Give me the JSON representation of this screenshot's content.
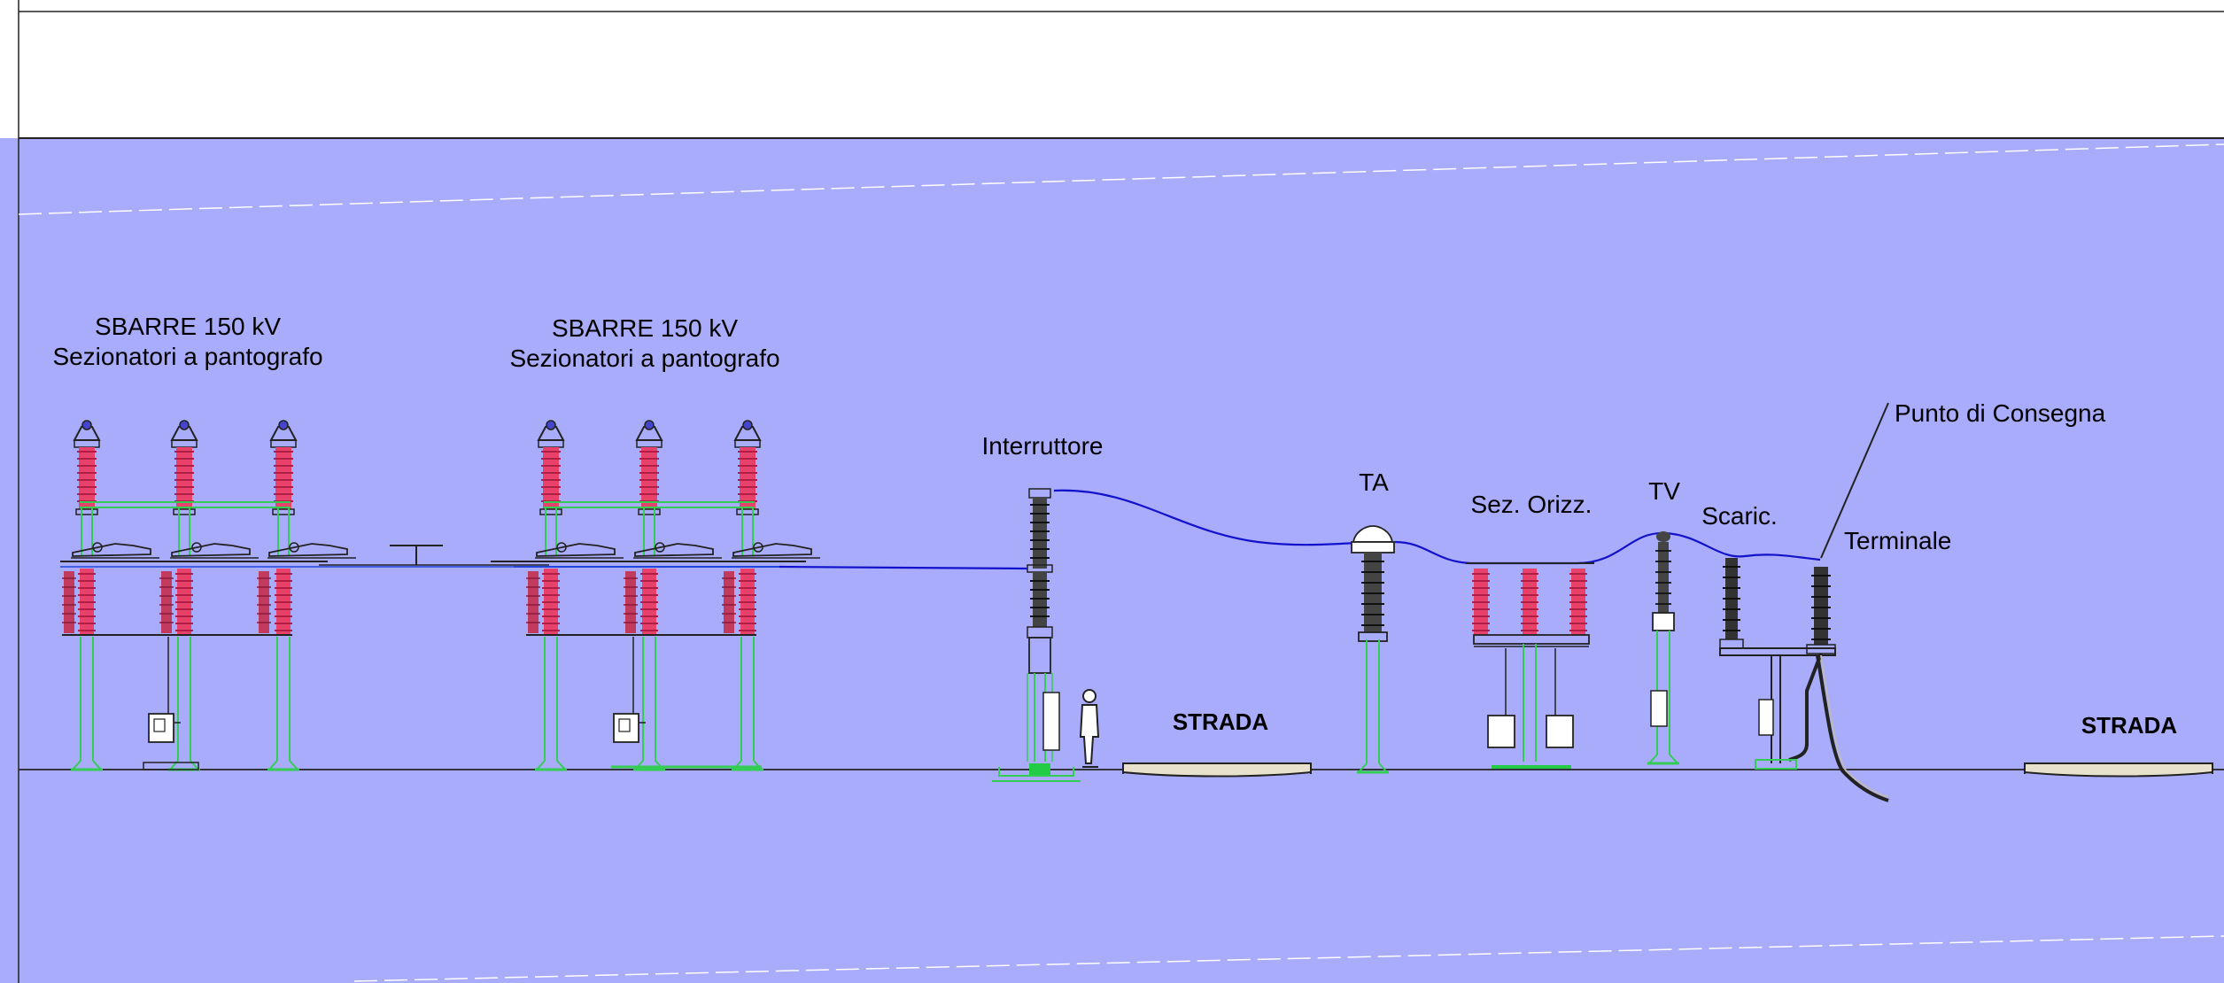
{
  "colors": {
    "background": "#a9abfb",
    "header_band": "#ffffff",
    "porcelain_red": "#e8426a",
    "porcelain_dark": "#333333",
    "support_green": "#33cc55",
    "conductor_blue": "#1212cc",
    "road": "#e8e2cc"
  },
  "labels": {
    "busbar_group_1_line1": "SBARRE 150 kV",
    "busbar_group_1_line2": "Sezionatori a pantografo",
    "busbar_group_2_line1": "SBARRE 150 kV",
    "busbar_group_2_line2": "Sezionatori a pantografo",
    "breaker": "Interruttore",
    "current_transformer": "TA",
    "horizontal_disconnector": "Sez. Orizz.",
    "voltage_transformer": "TV",
    "surge_arrester": "Scaric.",
    "delivery_point": "Punto di Consegna",
    "cable_terminal": "Terminale",
    "road_1": "STRADA",
    "road_2": "STRADA"
  }
}
